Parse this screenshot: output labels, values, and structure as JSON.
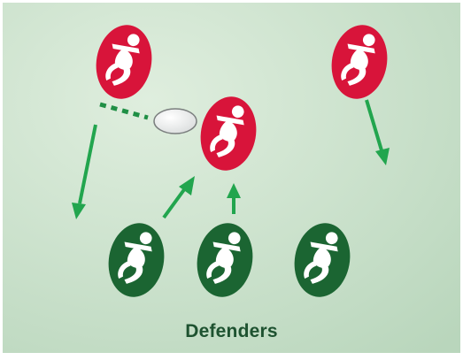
{
  "diagram": {
    "caption": "Defenders",
    "colors": {
      "background_light": "#dfeede",
      "background_dark": "#b9d6bc",
      "attacker": "#d8143a",
      "defender": "#1b6532",
      "arrow": "#22a54e",
      "pass_line": "#1f8f45",
      "ball": "#d9dcdc",
      "figure": "#ffffff",
      "caption": "#1e5230"
    },
    "players": [
      {
        "team": "attacker",
        "role": "passer",
        "icon": "attacker-player-icon"
      },
      {
        "team": "attacker",
        "role": "ball-carrier",
        "icon": "attacker-player-icon"
      },
      {
        "team": "attacker",
        "role": "support",
        "icon": "attacker-player-icon"
      },
      {
        "team": "defender",
        "role": "left",
        "icon": "defender-player-icon"
      },
      {
        "team": "defender",
        "role": "centre",
        "icon": "defender-player-icon"
      },
      {
        "team": "defender",
        "role": "right",
        "icon": "defender-player-icon"
      }
    ],
    "ball_icon": "rugby-ball-icon"
  }
}
